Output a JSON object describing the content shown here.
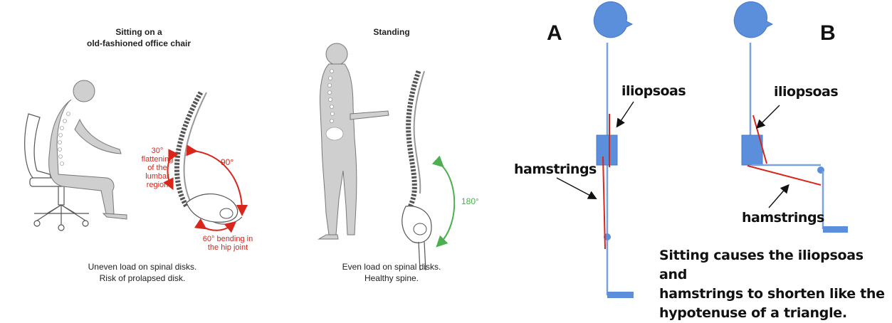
{
  "sitting": {
    "title_line1": "Sitting on a",
    "title_line2": "old-fashioned office chair",
    "flatten_1": "30°",
    "flatten_2": "flattening",
    "flatten_3": "of the",
    "flatten_4": "lumbar",
    "flatten_5": "region",
    "angle_90": "90°",
    "bend_1": "60° bending in",
    "bend_2": "the hip joint",
    "caption_1": "Uneven load on spinal disks.",
    "caption_2": "Risk of prolapsed disk."
  },
  "standing": {
    "title": "Standing",
    "angle_180": "180°",
    "caption_1": "Even load on spinal disks.",
    "caption_2": "Healthy spine."
  },
  "diagram": {
    "label_a": "A",
    "label_b": "B",
    "iliopsoas_a": "iliopsoas",
    "hamstrings_a": "hamstrings",
    "iliopsoas_b": "iliopsoas",
    "hamstrings_b": "hamstrings",
    "note_1": "Sitting causes the iliopsoas and",
    "note_2": "hamstrings to shorten like the",
    "note_3": "hypotenuse of a triangle."
  },
  "colors": {
    "angle_red": "#d9261c",
    "angle_green": "#4caf50",
    "body_grey": "#c8c8c8",
    "model_blue": "#4f81d0",
    "muscle_red": "#d9261c"
  }
}
